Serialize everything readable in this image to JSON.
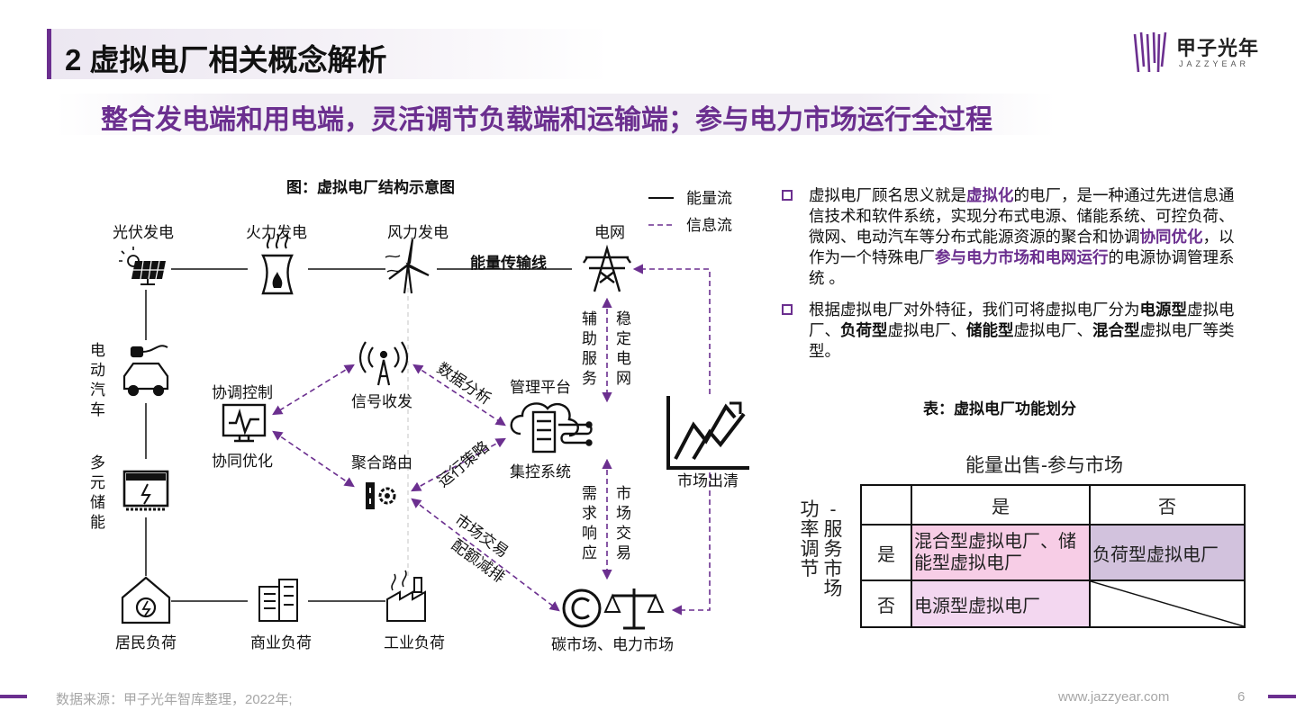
{
  "header": {
    "title": "2 虚拟电厂相关概念解析",
    "subtitle": "整合发电端和用电端，灵活调节负载端和运输端；参与电力市场运行全过程",
    "logo_text": "甲子光年",
    "logo_sub": "JAZZYEAR"
  },
  "diagram": {
    "caption": "图：虚拟电厂结构示意图",
    "legend": {
      "energy": "能量流",
      "info": "信息流"
    },
    "nodes": {
      "solar": "光伏发电",
      "thermal": "火力发电",
      "wind": "风力发电",
      "grid": "电网",
      "ev": [
        "电",
        "动",
        "汽",
        "车"
      ],
      "storage": [
        "多",
        "元",
        "储",
        "能"
      ],
      "resident": "居民负荷",
      "commercial": "商业负荷",
      "industrial": "工业负荷",
      "signal": "信号收发",
      "coord_top": "协调控制",
      "coord_bottom": "协同优化",
      "router": "聚合路由",
      "mgmt_top": "管理平台",
      "mgmt_bottom": "集控系统",
      "clearing": "市场出清",
      "market": "碳市场、电力市场"
    },
    "edges": {
      "transmission": "能量传输线",
      "data_analysis": "数据分析",
      "strategy": "运行策略",
      "trade_1": "市场交易",
      "trade_2": "配额减排",
      "aux": [
        "辅",
        "助",
        "服",
        "务"
      ],
      "stable": [
        "稳",
        "定",
        "电",
        "网"
      ],
      "demand": [
        "需",
        "求",
        "响",
        "应"
      ],
      "market_trade": [
        "市",
        "场",
        "交",
        "易"
      ]
    }
  },
  "bullets": {
    "b1": {
      "p1": "虚拟电厂顾名思义就是",
      "h1": "虚拟化",
      "p2": "的电厂，是一种通过先进信息通信技术和软件系统，实现分布式电源、储能系统、可控负荷、微网、电动汽车等分布式能源资源的聚合和协调",
      "h2": "协同优化",
      "p3": "，以作为一个特殊电厂",
      "h3": "参与电力市场和电网运行",
      "p4": "的电源协调管理系统 。"
    },
    "b2": {
      "p1": "根据虚拟电厂对外特征，我们可将虚拟电厂分为",
      "k1": "电源型",
      "p2": "虚拟电厂、",
      "k2": "负荷型",
      "p3": "虚拟电厂、",
      "k3": "储能型",
      "p4": "虚拟电厂、",
      "k4": "混合型",
      "p5": "虚拟电厂等类型。"
    }
  },
  "table": {
    "title": "表：虚拟电厂功能划分",
    "col_caption": "能量出售-参与市场",
    "row_caption_1": [
      "功",
      "率",
      "调",
      "节"
    ],
    "row_caption_2": [
      "-",
      "服",
      "务",
      "市",
      "场"
    ],
    "col_headers": [
      "是",
      "否"
    ],
    "rows": [
      {
        "label": "是",
        "cells": [
          "混合型虚拟电厂、储能型虚拟电厂",
          "负荷型虚拟电厂"
        ]
      },
      {
        "label": "否",
        "cells": [
          "电源型虚拟电厂",
          ""
        ]
      }
    ]
  },
  "footer": {
    "source": "数据来源：甲子光年智库整理，2022年;",
    "site": "www.jazzyear.com",
    "page": "6"
  },
  "colors": {
    "accent": "#6b2f8f",
    "mix_cell": "#f7cde6",
    "load_cell": "#d2c2dd",
    "source_cell": "#f3d7f0"
  }
}
